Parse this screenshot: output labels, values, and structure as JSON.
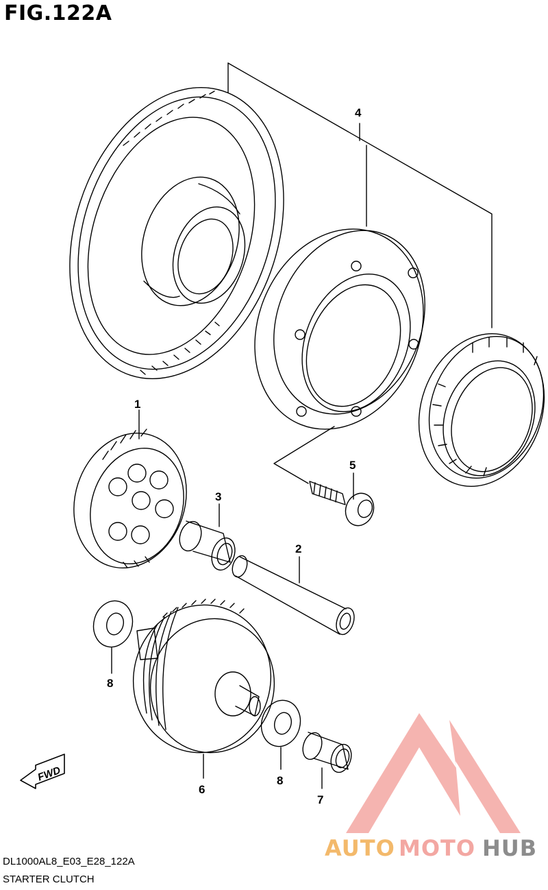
{
  "figure": {
    "title": "FIG.122A"
  },
  "callouts": {
    "c1": "1",
    "c2": "2",
    "c3": "3",
    "c4": "4",
    "c5": "5",
    "c6": "6",
    "c7": "7",
    "c8a": "8",
    "c8b": "8"
  },
  "fwd": {
    "label": "FWD"
  },
  "watermark": {
    "text_a": "AUTO",
    "text_b": "MOTO",
    "text_c": "HUB",
    "color_a": "#f3b96b",
    "color_b": "#f3a7a2",
    "color_c": "#8c8c8c",
    "triangle_color": "#f3a7a2"
  },
  "footer": {
    "code": "DL1000AL8_E03_E28_122A",
    "name": "STARTER CLUTCH"
  }
}
